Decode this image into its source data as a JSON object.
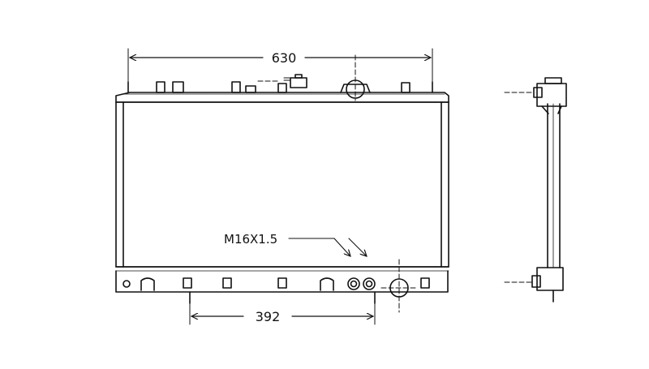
{
  "drawing": {
    "labels": {
      "width_dim": "630",
      "port_spacing_dim": "392",
      "thread_spec": "M16X1.5"
    },
    "colors": {
      "line": "#111111",
      "background": "#ffffff"
    }
  }
}
